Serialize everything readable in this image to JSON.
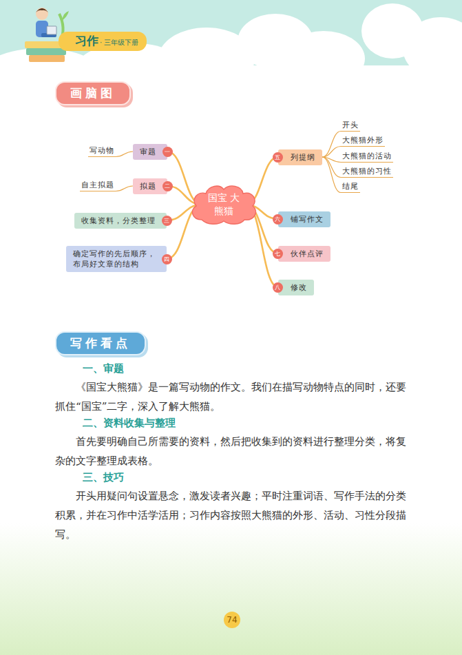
{
  "diagram": {
    "nodes": [
      {
        "text": [
          "习作",
          "· 三年级下册"
        ]
      },
      {
        "text": [
          "画脑图"
        ]
      },
      {
        "text": [
          "国宝 大熊猫"
        ]
      },
      {
        "text": [
          "审题"
        ]
      },
      {
        "text": [
          "一"
        ],
        "in": 3
      },
      {
        "text": [
          "写动物"
        ]
      },
      {
        "text": [
          "拟题"
        ]
      },
      {
        "text": [
          "二"
        ],
        "in": 6
      },
      {
        "text": [
          "自主拟题"
        ]
      },
      {
        "text": [
          "收集资料，分类整理"
        ]
      },
      {
        "text": [
          "三"
        ],
        "in": 9
      },
      {
        "text": [
          "确定写作的先后顺序，布局好文章的结构"
        ]
      },
      {
        "text": [
          "四"
        ],
        "in": 11
      },
      {
        "text": [
          "列提纲"
        ]
      },
      {
        "text": [
          "五"
        ],
        "in": 13
      },
      {
        "text": [
          "开头"
        ]
      },
      {
        "text": [
          "大熊猫外形"
        ]
      },
      {
        "text": [
          "大熊猫的活动"
        ]
      },
      {
        "text": [
          "大熊猫的习性"
        ]
      },
      {
        "text": [
          "结尾"
        ]
      },
      {
        "text": [
          "铺写作文"
        ]
      },
      {
        "text": [
          "六"
        ],
        "in": 20
      },
      {
        "text": [
          "伙伴点评"
        ]
      },
      {
        "text": [
          "七"
        ],
        "in": 22
      },
      {
        "text": [
          "修改"
        ]
      },
      {
        "text": [
          "八"
        ],
        "in": 24
      },
      {
        "text": [
          "写作看点"
        ]
      },
      {
        "text": [
          "74"
        ]
      }
    ],
    "edges": [
      {
        "from": 2,
        "to": 3,
        "arrow": "none"
      },
      {
        "from": 3,
        "to": 5,
        "arrow": "none"
      },
      {
        "from": 2,
        "to": 6,
        "arrow": "none"
      },
      {
        "from": 6,
        "to": 8,
        "arrow": "none"
      },
      {
        "from": 2,
        "to": 9,
        "arrow": "none"
      },
      {
        "from": 2,
        "to": 11,
        "arrow": "none"
      },
      {
        "from": 2,
        "to": 13,
        "arrow": "none"
      },
      {
        "from": 13,
        "to": 15,
        "arrow": "none"
      },
      {
        "from": 13,
        "to": 16,
        "arrow": "none"
      },
      {
        "from": 13,
        "to": 17,
        "arrow": "none"
      },
      {
        "from": 13,
        "to": 18,
        "arrow": "none"
      },
      {
        "from": 13,
        "to": 19,
        "arrow": "none"
      },
      {
        "from": 2,
        "to": 20,
        "arrow": "none"
      },
      {
        "from": 2,
        "to": 22,
        "arrow": "none"
      },
      {
        "from": 2,
        "to": 24,
        "arrow": "none"
      }
    ],
    "labels": [
      "一、审题",
      "《国宝大熊猫》是一篇写动物的作文。我们在描写动物特点的同时，还要抓住“国宝”二字，深入了解大熊猫。",
      "二、资料收集与整理",
      "首先要明确自己所需要的资料，然后把收集到的资料进行整理分类，将复杂的文字整理成表格。",
      "三、技巧",
      "开头用疑问句设置悬念，激发读者兴趣；平时注重词语、写作手法的分类积累，并在习作中活学活用；习作内容按照大熊猫的外形、活动、习性分段描写。"
    ]
  }
}
